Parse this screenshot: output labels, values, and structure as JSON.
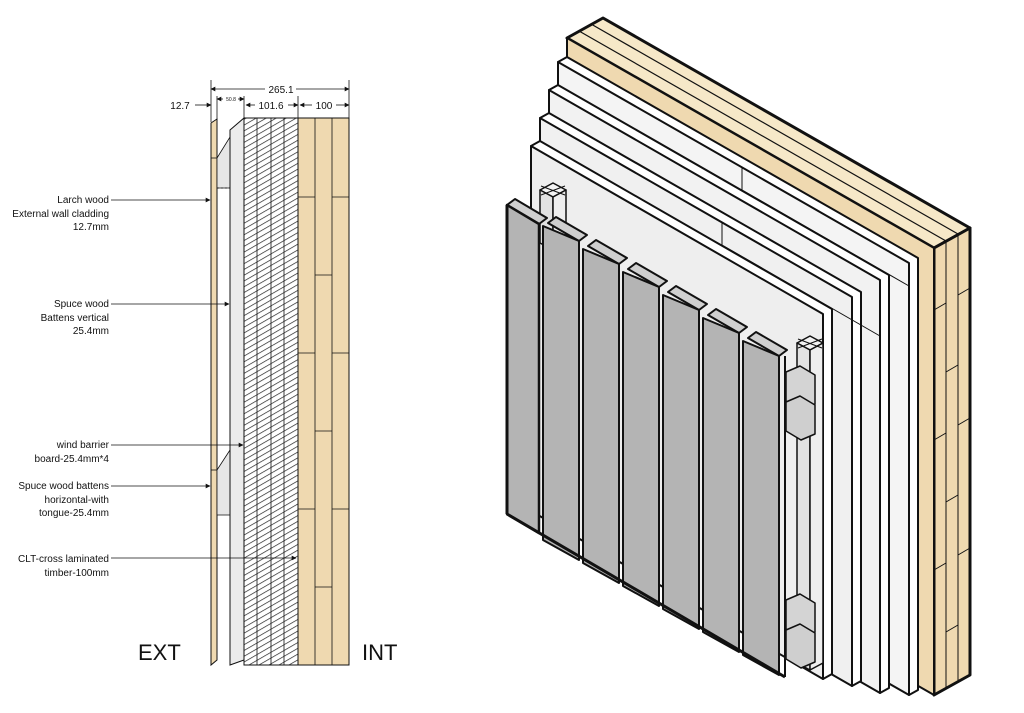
{
  "section": {
    "dimensions": {
      "total": "265.1",
      "cladding": "12.7",
      "batten": "50.8",
      "barrier": "101.6",
      "clt": "100"
    },
    "labels": [
      [
        "Larch wood",
        "External wall cladding",
        "12.7mm"
      ],
      [
        "Spuce wood",
        "Battens vertical",
        "25.4mm"
      ],
      [
        "wind barrier",
        "board-25.4mm*4"
      ],
      [
        "Spuce wood battens",
        "horizontal-with",
        "tongue-25.4mm"
      ],
      [
        "CLT-cross laminated",
        "timber-100mm"
      ]
    ],
    "ext": "EXT",
    "int": "INT"
  },
  "colors": {
    "wood": "#efd9b0",
    "cladding_grey": "#b4b4b4",
    "board_white": "#f2f2f2",
    "outline": "#111111"
  }
}
